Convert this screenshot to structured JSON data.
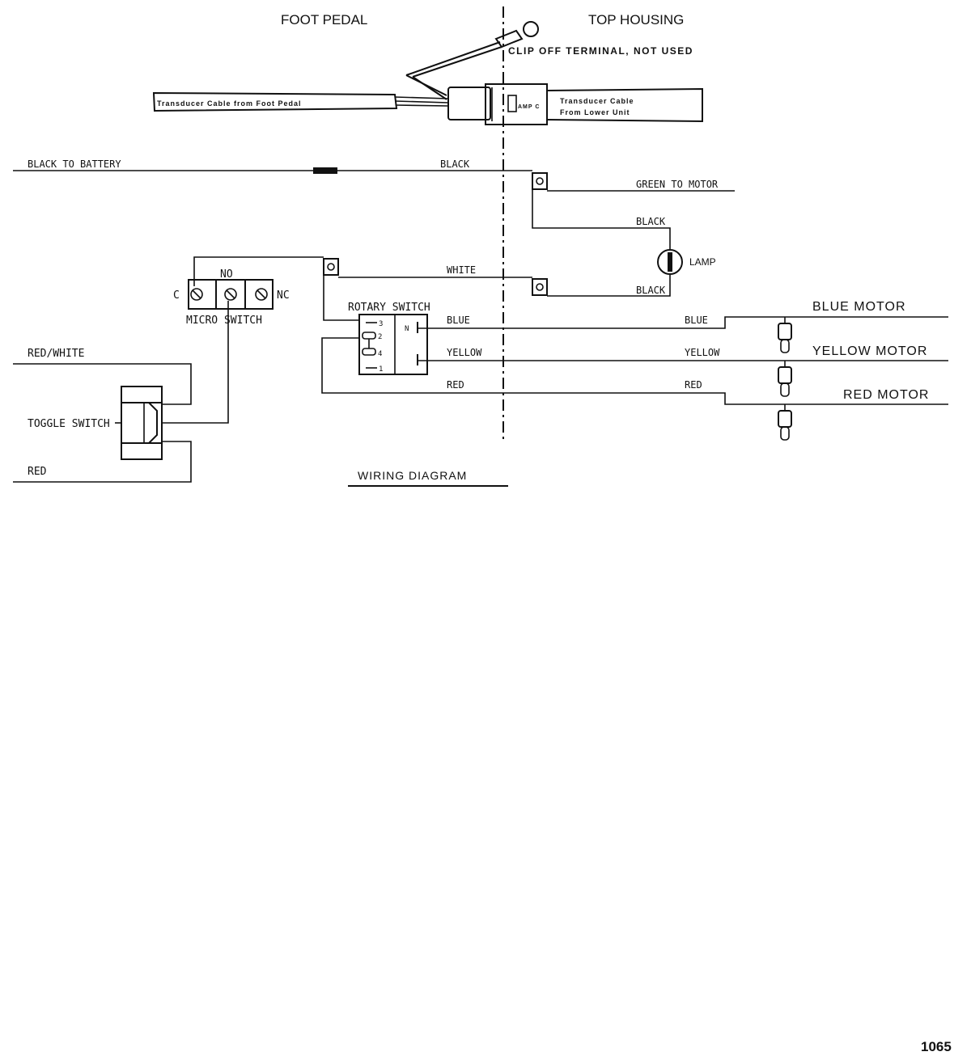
{
  "headings": {
    "left_section": "FOOT PEDAL",
    "right_section": "TOP HOUSING"
  },
  "labels": {
    "clip_off": "CLIP OFF TERMINAL, NOT USED",
    "transducer_foot": "Transducer Cable from Foot Pedal",
    "transducer_lower_1": "Transducer Cable",
    "transducer_lower_2": "From Lower Unit",
    "amp_c": "AMP C",
    "black_to_battery": "BLACK TO BATTERY",
    "black_top": "BLACK",
    "green_to_motor": "GREEN TO MOTOR",
    "black_lamp_top": "BLACK",
    "lamp": "LAMP",
    "black_lamp_bottom": "BLACK",
    "white": "WHITE",
    "no": "NO",
    "c": "C",
    "nc": "NC",
    "micro_switch": "MICRO SWITCH",
    "rotary_switch": "ROTARY SWITCH",
    "rot_3": "3",
    "rot_2": "2",
    "rot_4": "4",
    "rot_1": "1",
    "rot_n": "N",
    "blue_left": "BLUE",
    "yellow_left": "YELLOW",
    "red_left": "RED",
    "blue_right": "BLUE",
    "yellow_right": "YELLOW",
    "red_right": "RED",
    "blue_motor": "BLUE MOTOR",
    "yellow_motor": "YELLOW MOTOR",
    "red_motor": "RED MOTOR",
    "red_white": "RED/WHITE",
    "toggle_switch": "TOGGLE SWITCH",
    "red_bottom": "RED",
    "diagram_title": "WIRING DIAGRAM"
  },
  "page_number": "1065"
}
